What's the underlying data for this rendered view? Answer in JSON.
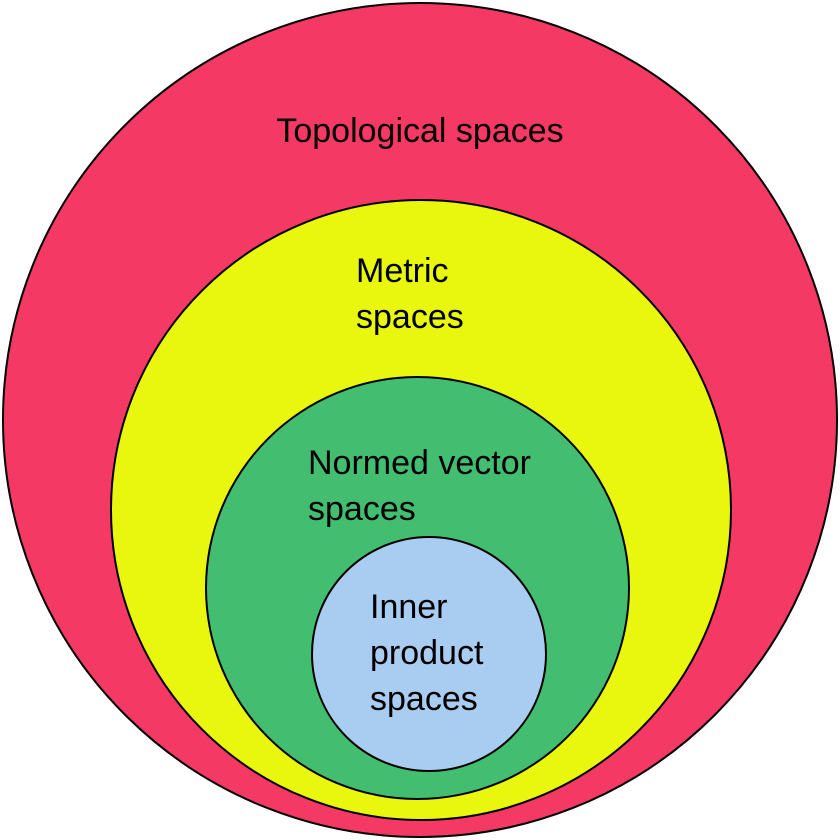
{
  "diagram": {
    "kind": "nested-euler-diagram",
    "background": "#ffffff",
    "outline_color": "#000000",
    "text_color": "#000000",
    "circles": [
      {
        "id": "topological-spaces",
        "label": "Topological spaces",
        "lines": [
          "Topological spaces"
        ],
        "color": "#f43a64",
        "level": 1
      },
      {
        "id": "metric-spaces",
        "label": "Metric spaces",
        "lines": [
          "Metric",
          "spaces"
        ],
        "color": "#e9f70f",
        "level": 2
      },
      {
        "id": "normed-vector-spaces",
        "label": "Normed vector spaces",
        "lines": [
          "Normed vector",
          "spaces"
        ],
        "color": "#43be70",
        "level": 3
      },
      {
        "id": "inner-product-spaces",
        "label": "Inner product spaces",
        "lines": [
          "Inner",
          "product",
          "spaces"
        ],
        "color": "#a9cdf1",
        "level": 4
      }
    ]
  }
}
